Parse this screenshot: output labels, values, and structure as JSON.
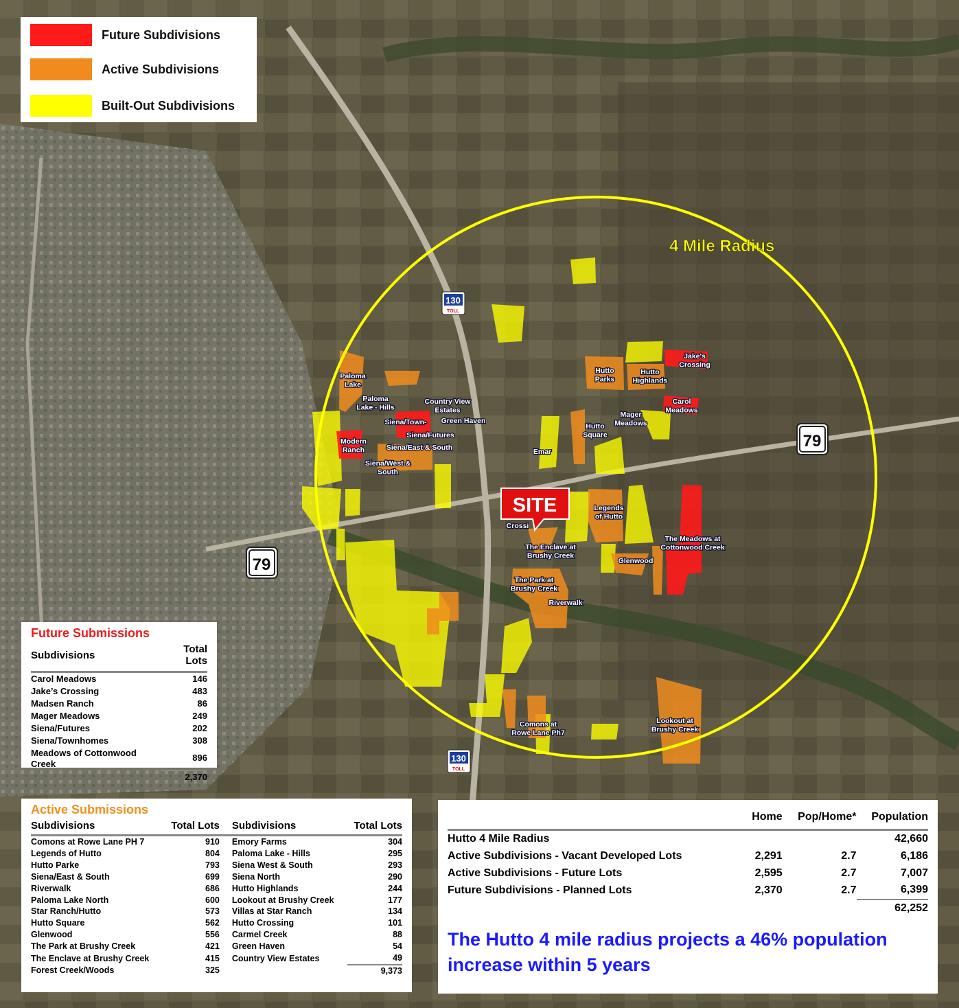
{
  "legend": {
    "future_label": "Future Subdivisions",
    "active_label": "Active Subdivisions",
    "built_label": "Built-Out Subdivisions",
    "colors": {
      "future": "#ff1a1a",
      "active": "#f08c1e",
      "built": "#ffff00"
    }
  },
  "map": {
    "radius_label": "4 Mile Radius",
    "site_label": "SITE",
    "highway_130": "130",
    "toll_label": "TOLL",
    "highway_79": "79",
    "labels": {
      "paloma_lake": [
        "Paloma",
        "Lake"
      ],
      "paloma_lake_hills": [
        "Paloma",
        "Lake - Hills"
      ],
      "country_view": [
        "Country View",
        "Estates"
      ],
      "siena_town": "Siena/Town-",
      "green_haven": "Green Haven",
      "siena_futures": "Siena/Futures",
      "modern_ranch": [
        "Modern",
        "Ranch"
      ],
      "siena_east_south": "Siena/East & South",
      "siena_west_south": [
        "Siena/West &",
        "South"
      ],
      "hutto_parks": [
        "Hutto",
        "Parks"
      ],
      "hutto_highlands": [
        "Hutto",
        "Highlands"
      ],
      "jakes_crossing": [
        "Jake's",
        "Crossing"
      ],
      "carol_meadows": [
        "Carol",
        "Meadows"
      ],
      "mager_meadows": [
        "Mager",
        "Meadows"
      ],
      "hutto_square": [
        "Hutto",
        "Square"
      ],
      "emar": "Emar",
      "legends_of_hutto": [
        "Legends",
        "of Hutto"
      ],
      "meadows_cottonwood": [
        "The Meadows at",
        "Cottonwood Creek"
      ],
      "crossing": "Crossi",
      "enclave": [
        "The Enclave at",
        "Brushy Creek"
      ],
      "glenwood": "Glenwood",
      "park_brushy": [
        "The Park at",
        "Brushy Creek"
      ],
      "riverwalk": "Riverwalk",
      "comons_rowe": [
        "Comons at",
        "Rowe Lane Ph7"
      ],
      "lookout_brushy": [
        "Lookout at",
        "Brushy Creek"
      ]
    }
  },
  "future_table": {
    "title": "Future Submissions",
    "col_subdivisions": "Subdivisions",
    "col_total_lots": "Total Lots",
    "rows": [
      {
        "name": "Carol Meadows",
        "lots": "146"
      },
      {
        "name": "Jake’s Crossing",
        "lots": "483"
      },
      {
        "name": "Madsen Ranch",
        "lots": "86"
      },
      {
        "name": "Mager Meadows",
        "lots": "249"
      },
      {
        "name": "Siena/Futures",
        "lots": "202"
      },
      {
        "name": "Siena/Townhomes",
        "lots": "308"
      },
      {
        "name": "Meadows of Cottonwood Creek",
        "lots": "896"
      }
    ],
    "total": "2,370"
  },
  "active_table": {
    "title": "Active Submissions",
    "col_subdivisions": "Subdivisions",
    "col_total_lots": "Total Lots",
    "left": [
      {
        "name": "Comons at Rowe Lane PH 7",
        "lots": "910"
      },
      {
        "name": "Legends of Hutto",
        "lots": "804"
      },
      {
        "name": "Hutto Parke",
        "lots": "793"
      },
      {
        "name": "Siena/East & South",
        "lots": "699"
      },
      {
        "name": "Riverwalk",
        "lots": "686"
      },
      {
        "name": "Paloma Lake North",
        "lots": "600"
      },
      {
        "name": "Star Ranch/Hutto",
        "lots": "573"
      },
      {
        "name": "Hutto Square",
        "lots": "562"
      },
      {
        "name": "Glenwood",
        "lots": "556"
      },
      {
        "name": "The Park at Brushy Creek",
        "lots": "421"
      },
      {
        "name": "The Enclave at Brushy Creek",
        "lots": "415"
      },
      {
        "name": "Forest Creek/Woods",
        "lots": "325"
      }
    ],
    "right": [
      {
        "name": "Emory Farms",
        "lots": "304"
      },
      {
        "name": "Paloma Lake - Hills",
        "lots": "295"
      },
      {
        "name": "Siena West & South",
        "lots": "293"
      },
      {
        "name": "Siena North",
        "lots": "290"
      },
      {
        "name": "Hutto Highlands",
        "lots": "244"
      },
      {
        "name": "Lookout at Brushy Creek",
        "lots": "177"
      },
      {
        "name": "Villas at Star Ranch",
        "lots": "134"
      },
      {
        "name": "Hutto Crossing",
        "lots": "101"
      },
      {
        "name": "Carmel Creek",
        "lots": "88"
      },
      {
        "name": "Green Haven",
        "lots": "54"
      },
      {
        "name": "Country View Estates",
        "lots": "49"
      }
    ],
    "total": "9,373"
  },
  "population_table": {
    "col_home": "Home",
    "col_pop_home": "Pop/Home*",
    "col_population": "Population",
    "rows": [
      {
        "label": "Hutto 4 Mile Radius",
        "home": "",
        "pop_home": "",
        "population": "42,660"
      },
      {
        "label": "Active Subdivisions - Vacant Developed Lots",
        "home": "2,291",
        "pop_home": "2.7",
        "population": "6,186"
      },
      {
        "label": "Active Subdivisions - Future Lots",
        "home": "2,595",
        "pop_home": "2.7",
        "population": "7,007"
      },
      {
        "label": "Future Subdivisions - Planned Lots",
        "home": "2,370",
        "pop_home": "2.7",
        "population": "6,399"
      }
    ],
    "total": "62,252",
    "projection_line1": "The Hutto 4 mile radius projects a 46% population",
    "projection_line2": "increase within 5 years"
  }
}
